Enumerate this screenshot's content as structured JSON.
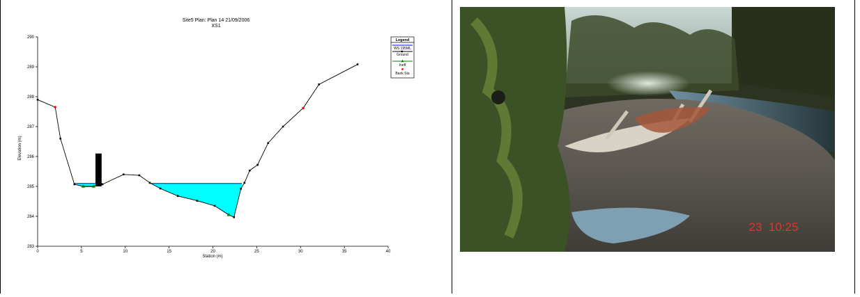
{
  "chart_data": {
    "type": "line",
    "title": "Site5     Plan: Plan 14    21/09/2006",
    "subtitle": "XS1",
    "xlabel": "Station (m)",
    "ylabel": "Elevation (m)",
    "xlim": [
      0,
      40
    ],
    "ylim": [
      283,
      290
    ],
    "xticks": [
      0,
      5,
      10,
      15,
      20,
      25,
      30,
      35,
      40
    ],
    "yticks": [
      283,
      284,
      285,
      286,
      287,
      288,
      289,
      290
    ],
    "grid": false,
    "legend_position": "top-right",
    "legend": {
      "title": "Legend",
      "entries": [
        "WS 195ML",
        "Ground",
        "Ineff",
        "Bank Sta"
      ]
    },
    "series": [
      {
        "name": "Ground",
        "color": "#000000",
        "x": [
          0,
          2,
          2.6,
          4.2,
          5.2,
          6.4,
          7.4,
          9.8,
          11.6,
          12.8,
          14,
          16,
          18.2,
          20.2,
          21.8,
          22.4,
          23.2,
          23.6,
          24.2,
          25.1,
          26.3,
          28,
          30.3,
          32.1,
          36.5
        ],
        "y": [
          287.9,
          287.65,
          286.6,
          285.07,
          285.0,
          285.0,
          285.07,
          285.4,
          285.37,
          285.12,
          284.93,
          284.68,
          284.52,
          284.35,
          284.05,
          283.97,
          284.92,
          285.12,
          285.53,
          285.72,
          286.45,
          287.0,
          287.62,
          288.41,
          289.08
        ]
      },
      {
        "name": "WS 195ML",
        "color": "#0000ff",
        "fill": "#00ffff",
        "level": 285.1,
        "pools": [
          [
            4.2,
            7.4
          ],
          [
            12.8,
            23.3
          ]
        ]
      },
      {
        "name": "Ineff",
        "color": "#008000",
        "points": [
          [
            5.2,
            285.0
          ],
          [
            6.4,
            285.0
          ],
          [
            21.8,
            284.05
          ]
        ]
      },
      {
        "name": "Bank Sta",
        "color": "#ff0000",
        "points": [
          [
            2,
            287.65
          ],
          [
            30.3,
            287.62
          ]
        ]
      }
    ],
    "obstruction": {
      "x": [
        6.6,
        7.3
      ],
      "y": [
        285.0,
        286.1
      ],
      "color": "#000000"
    }
  },
  "photo": {
    "timestamp": "23  10:25"
  }
}
